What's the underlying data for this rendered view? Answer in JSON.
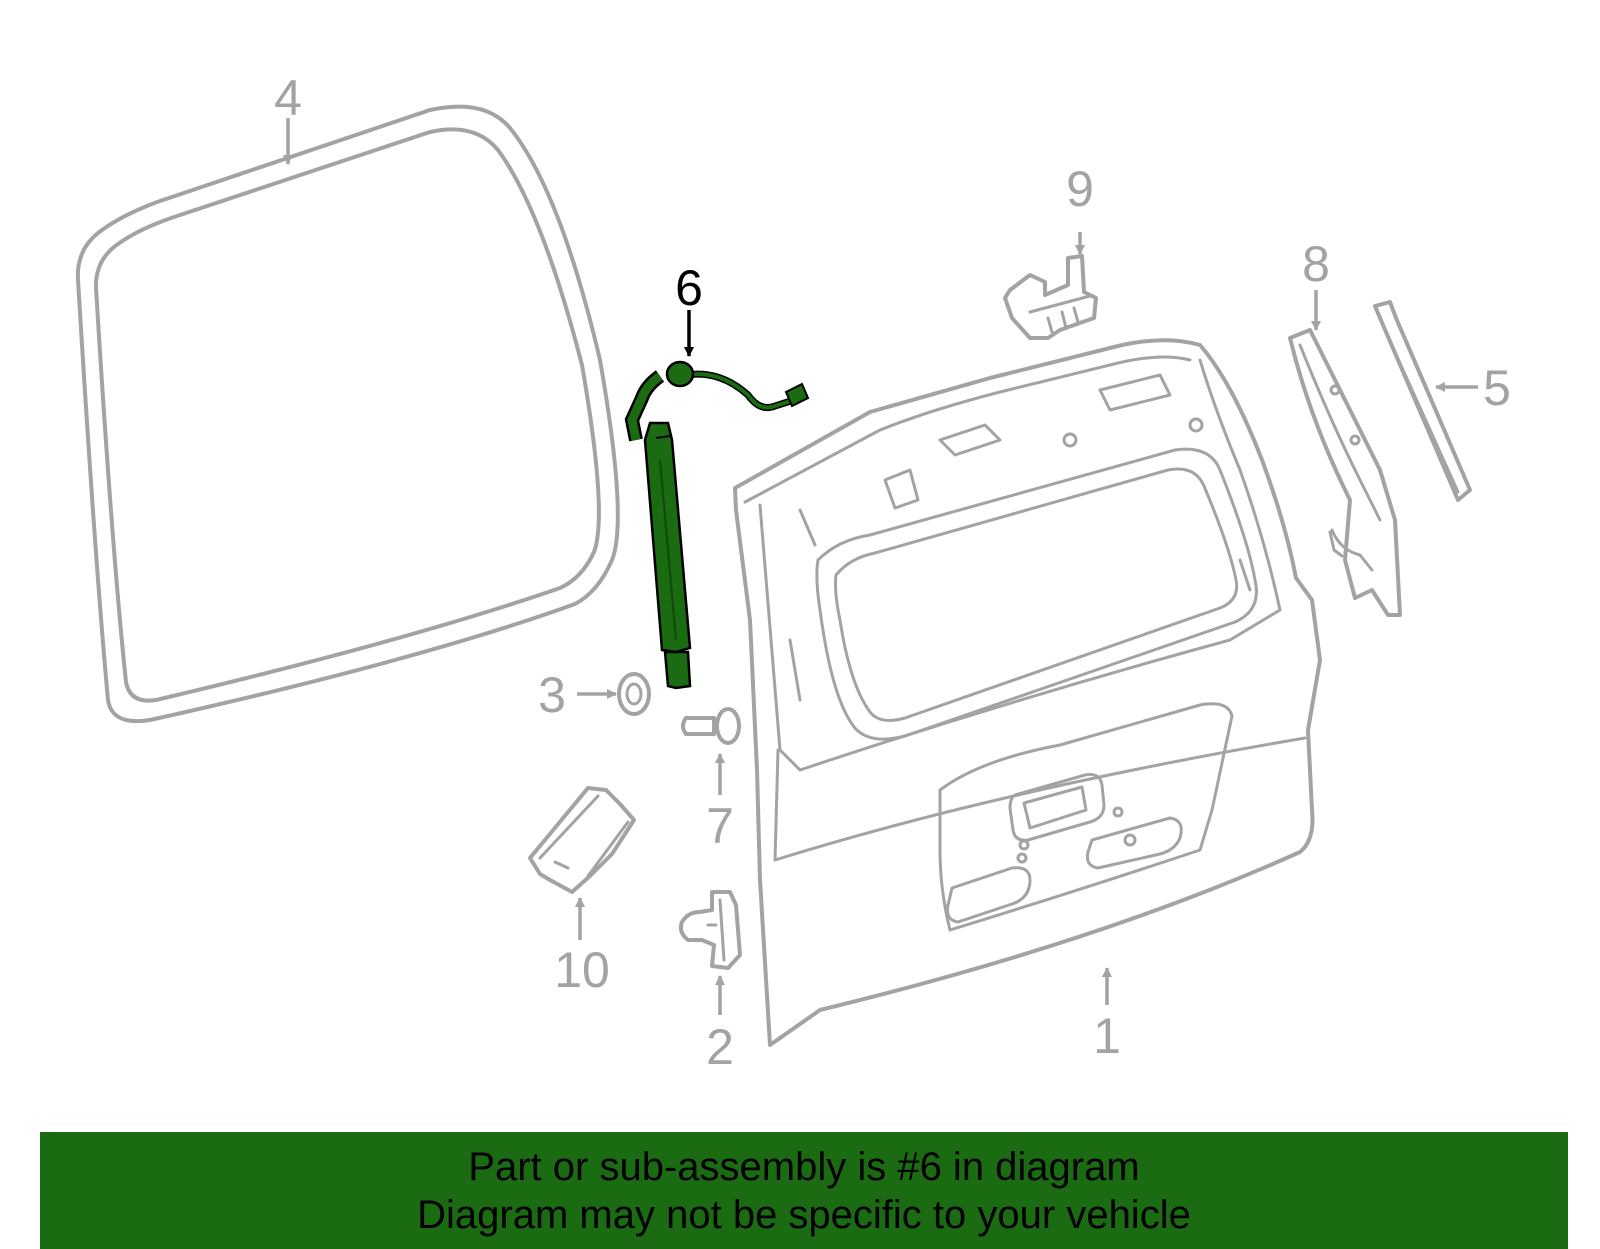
{
  "colors": {
    "highlight": "#1a6b12",
    "part_stroke": "#a3a3a3",
    "highlight_stroke": "#000000",
    "banner_bg": "#1a6b12"
  },
  "callouts": {
    "c1": "1",
    "c2": "2",
    "c3": "3",
    "c4": "4",
    "c5": "5",
    "c6": "6",
    "c7": "7",
    "c8": "8",
    "c9": "9",
    "c10": "10"
  },
  "highlighted_part": "6",
  "banner": {
    "line1": "Part or sub-assembly is #6 in diagram",
    "line2": "Diagram may not be specific to your vehicle"
  }
}
